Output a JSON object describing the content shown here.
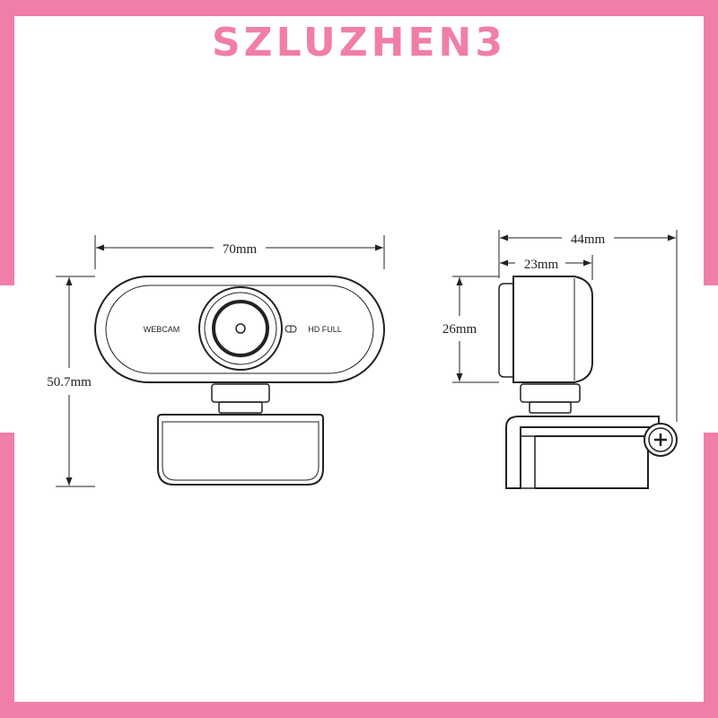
{
  "brand": {
    "name": "SZLUZHEN3",
    "color": "#f07ea8"
  },
  "front_view": {
    "width_label": "70mm",
    "height_label": "50.7mm",
    "left_label": "WEBCAM",
    "right_label": "HD FULL",
    "hd_icon": "hd-glyph-icon"
  },
  "side_view": {
    "depth_label": "44mm",
    "body_depth_label": "23mm",
    "body_height_label": "26mm"
  }
}
